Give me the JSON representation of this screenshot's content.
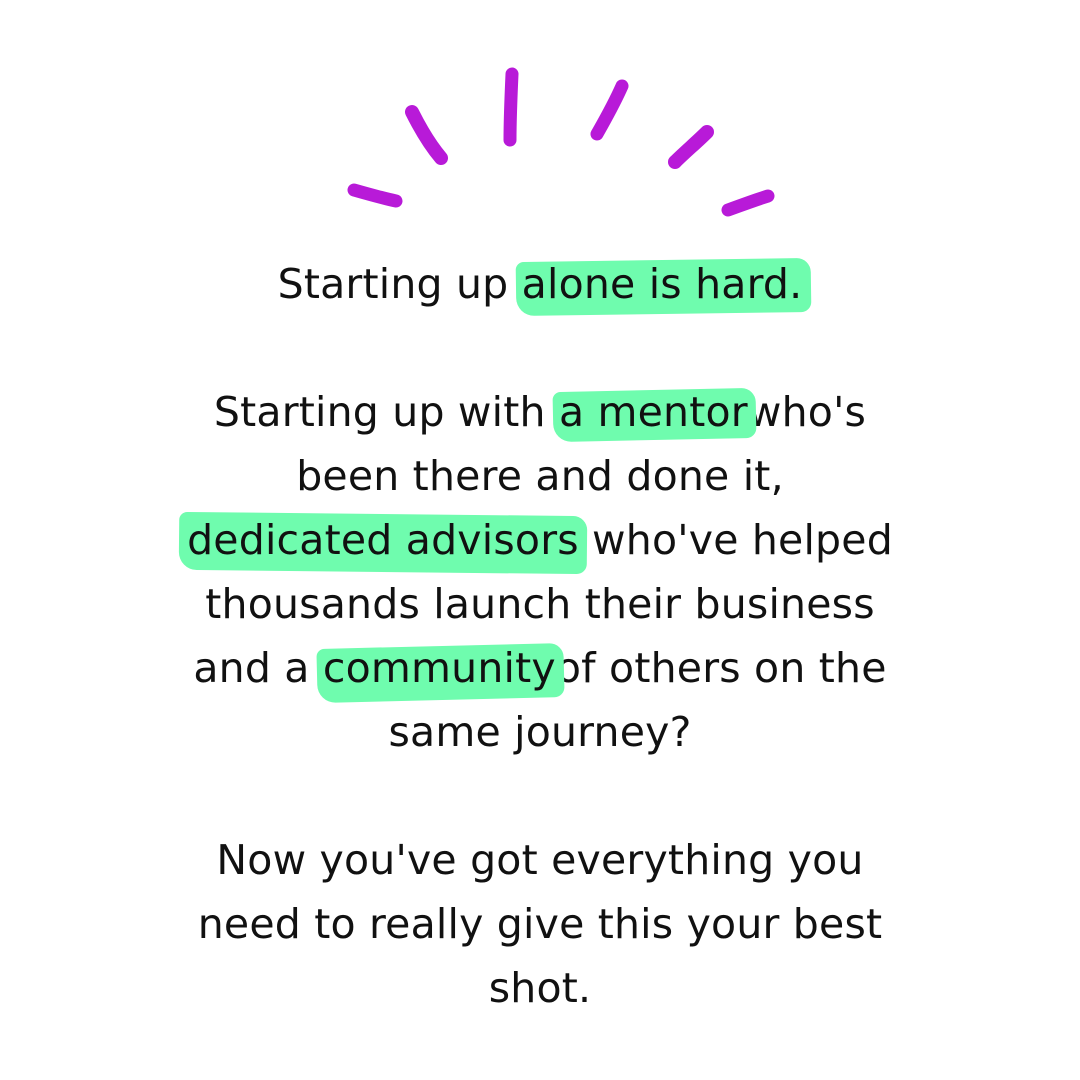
{
  "colors": {
    "background": "#ffffff",
    "text": "#111111",
    "highlight": "#6ffcae",
    "accent_strokes": "#b81ad8"
  },
  "decoration": {
    "icon": "hand-drawn-burst-strokes"
  },
  "paragraph1": {
    "before": "Starting up ",
    "highlight": "alone is hard."
  },
  "paragraph2": {
    "line1_before": "Starting up with ",
    "line1_highlight": "a mentor ",
    "line1_after": "who's",
    "line2": "been there and done it,",
    "line3_highlight": "dedicated advisors",
    "line3_after": " who've helped",
    "line4": "thousands launch their business",
    "line5_before": "and a ",
    "line5_highlight": "community ",
    "line5_after": "of others on the",
    "line6": "same journey?"
  },
  "paragraph3": {
    "line1": "Now you've got everything you",
    "line2": "need to really give this your best",
    "line3": "shot."
  }
}
